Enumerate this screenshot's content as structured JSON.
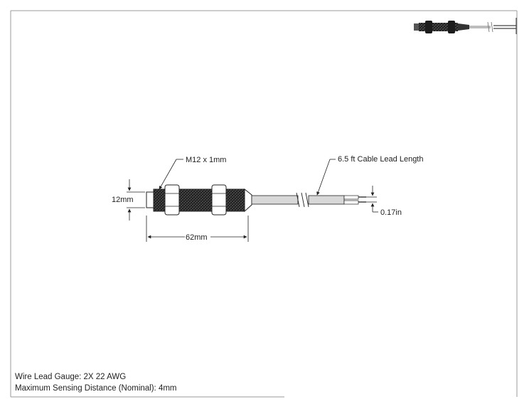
{
  "dimensions": {
    "thread": "M12 x 1mm",
    "cable_length": "6.5 ft Cable Lead Length",
    "diameter": "12mm",
    "body_length": "62mm",
    "wire_spacing": "0.17in"
  },
  "notes": [
    "Wire Lead Gauge: 2X 22 AWG",
    "Maximum Sensing Distance (Nominal): 4mm"
  ],
  "colors": {
    "line": "#222222",
    "border": "#9a9a9a",
    "body_dark": "#1c1c1c",
    "cable": "#d8d8d8"
  }
}
